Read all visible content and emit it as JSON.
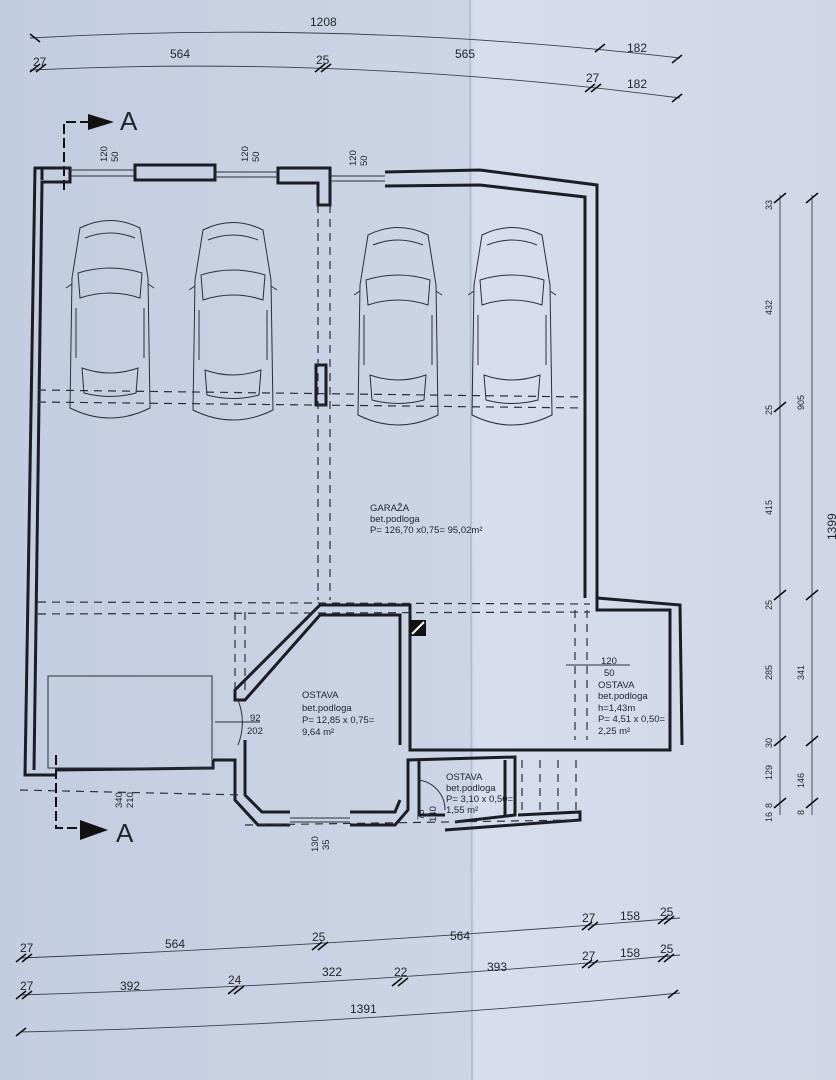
{
  "top_dimensions": {
    "row1": {
      "total": "1208",
      "right": "182"
    },
    "row2": {
      "left_wall": "27",
      "left": "564",
      "mid_wall": "25",
      "right": "565",
      "end_wall": "27",
      "end": "182"
    }
  },
  "bottom_dimensions": {
    "row1": [
      "27",
      "564",
      "25",
      "564",
      "27",
      "158",
      "25"
    ],
    "row2": [
      "27",
      "392",
      "24",
      "322",
      "22",
      "393",
      "27",
      "158",
      "25"
    ],
    "total": "1391"
  },
  "right_dimensions": {
    "row1": [
      "33",
      "432",
      "25",
      "415",
      "25",
      "285",
      "30",
      "129",
      "8",
      "16"
    ],
    "row2": [
      "905",
      "341",
      "146",
      "8"
    ],
    "total": "1399"
  },
  "section_marker": {
    "label": "A"
  },
  "windows": [
    {
      "width": "120",
      "height": "50"
    },
    {
      "width": "120",
      "height": "50"
    },
    {
      "width": "120",
      "height": "50"
    }
  ],
  "rooms": {
    "garage": {
      "name": "GARAŽA",
      "floor": "bet.podloga",
      "area": "P= 126,70 x0,75= 95,02m²"
    },
    "storage1": {
      "name": "OSTAVA",
      "floor": "bet.podloga",
      "area": "P= 12,85 x 0,75=",
      "area2": "9,64 m²"
    },
    "storage2": {
      "name": "OSTAVA",
      "floor": "bet.podloga",
      "area": "P= 3,10 x 0,50=",
      "area2": "1,55 m²"
    },
    "storage3": {
      "name": "OSTAVA",
      "floor": "bet.podloga",
      "height": "h=1,43m",
      "area": "P= 4,51 x 0,50=",
      "area2": "2,25 m²"
    }
  },
  "openings": {
    "door_storage1": {
      "width": "92",
      "height": "202"
    },
    "garage_door": {
      "width": "340",
      "height": "210"
    },
    "bottom_window": {
      "width": "130",
      "height": "35"
    },
    "door_storage2": {
      "width": "75",
      "height": "140"
    },
    "window_storage3": {
      "width": "120",
      "height": "50"
    }
  },
  "colors": {
    "paper": "#c6d0e0",
    "ink": "#1a1d24"
  }
}
